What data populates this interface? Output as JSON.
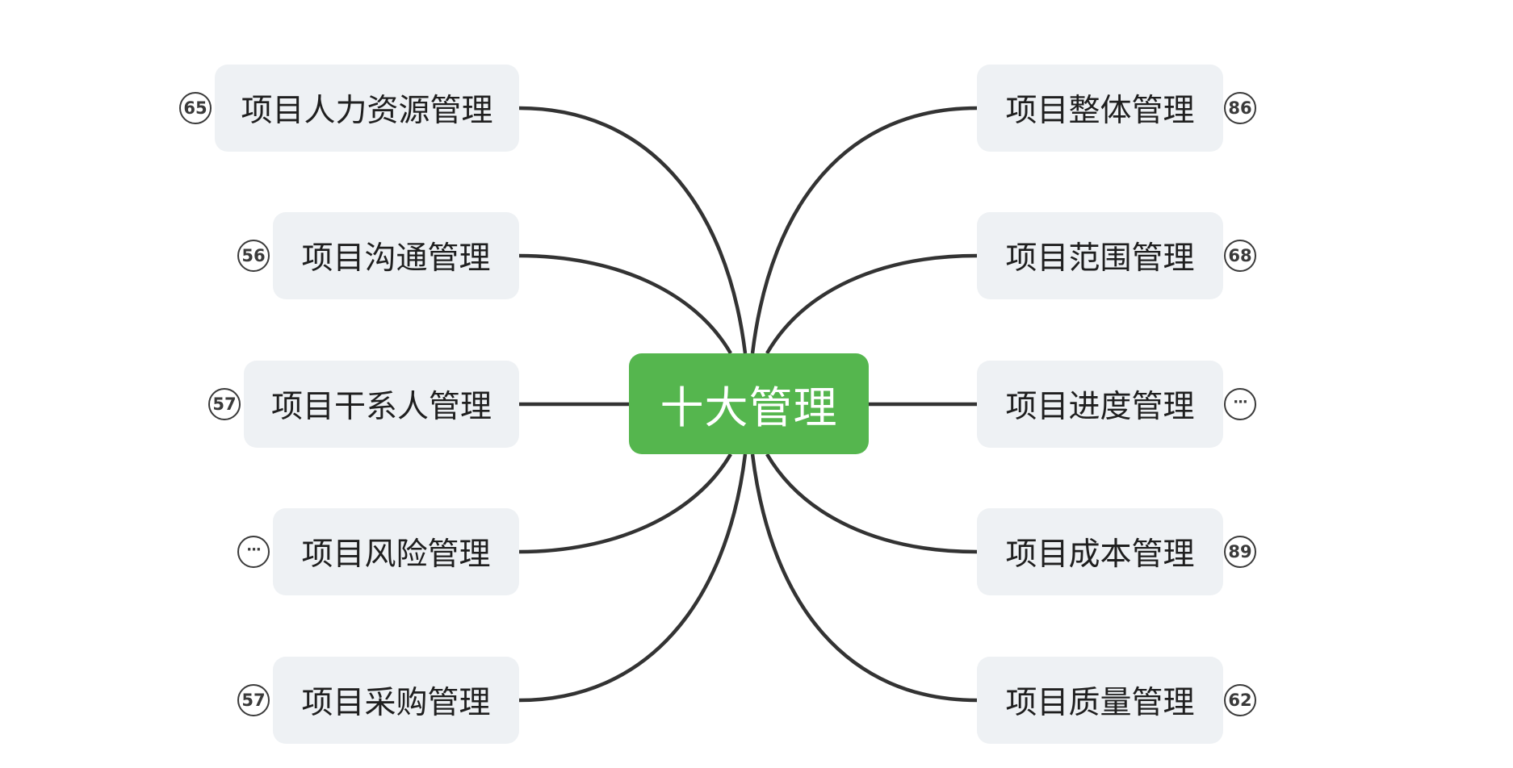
{
  "root": {
    "label": "十大管理",
    "color": "#55b64e"
  },
  "left_topics": [
    {
      "label": "项目人力资源管理",
      "badge": "65"
    },
    {
      "label": "项目沟通管理",
      "badge": "56"
    },
    {
      "label": "项目干系人管理",
      "badge": "57"
    },
    {
      "label": "项目风险管理",
      "badge": "···"
    },
    {
      "label": "项目采购管理",
      "badge": "57"
    }
  ],
  "right_topics": [
    {
      "label": "项目整体管理",
      "badge": "86"
    },
    {
      "label": "项目范围管理",
      "badge": "68"
    },
    {
      "label": "项目进度管理",
      "badge": "···"
    },
    {
      "label": "项目成本管理",
      "badge": "89"
    },
    {
      "label": "项目质量管理",
      "badge": "62"
    }
  ],
  "colors": {
    "topic_bg": "#eef1f4",
    "connector": "#333333",
    "root_text": "#ffffff"
  }
}
